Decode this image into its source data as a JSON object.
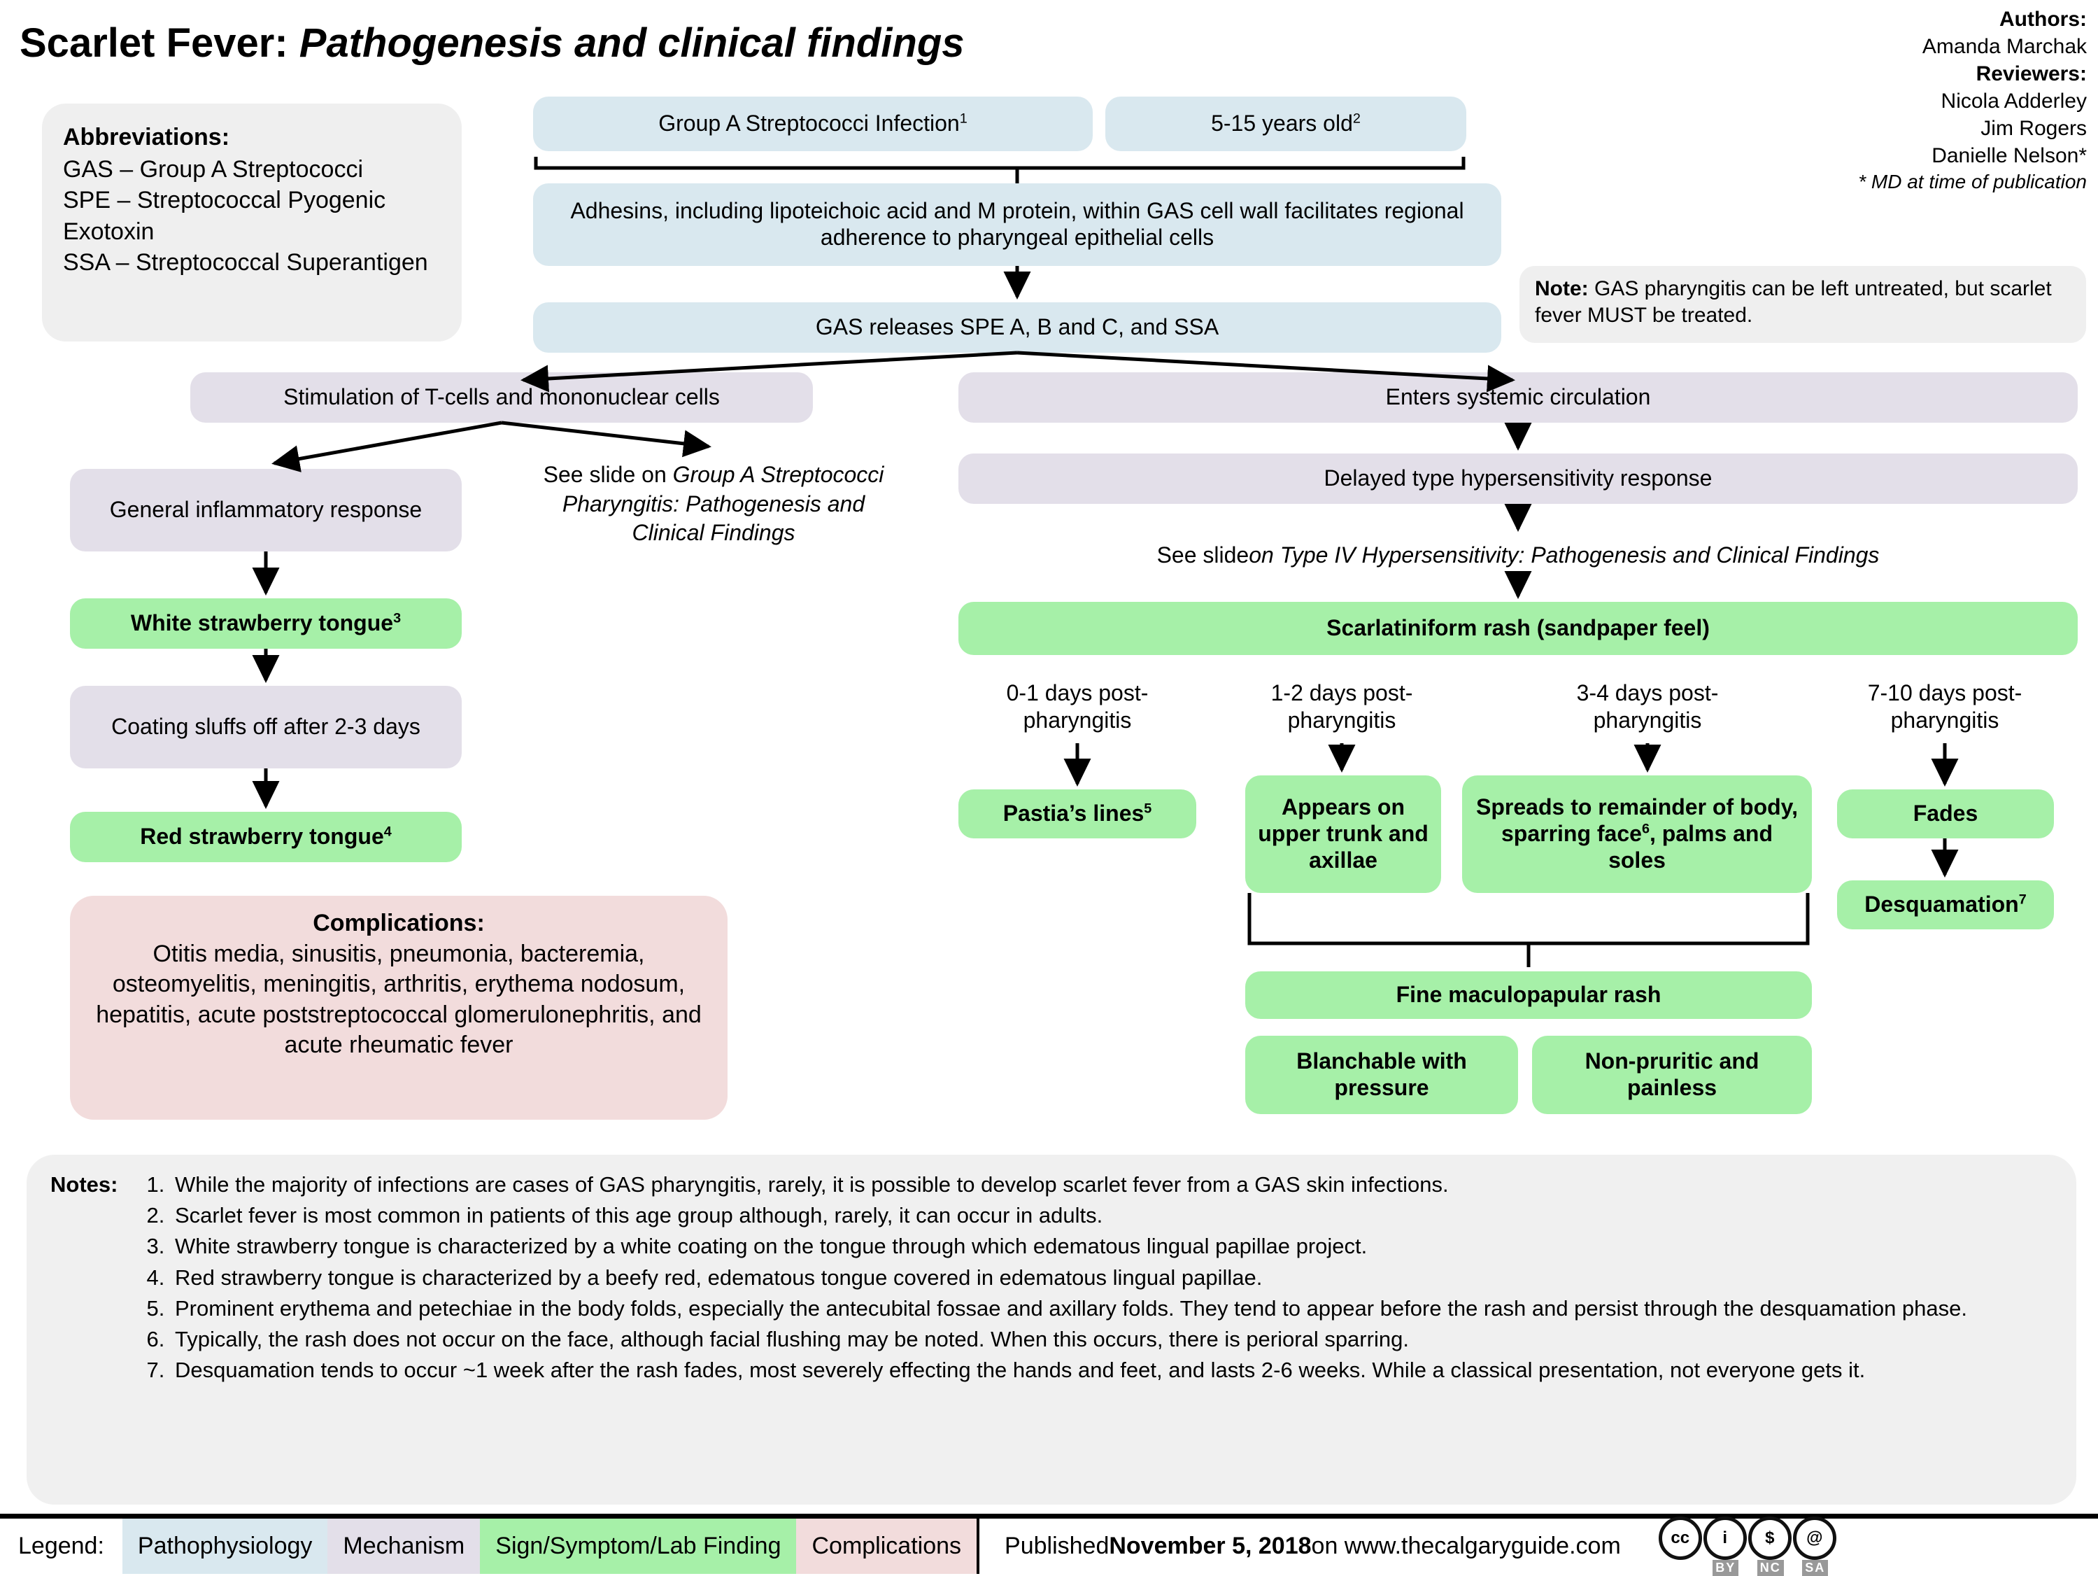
{
  "header": {
    "title_main": "Scarlet Fever:",
    "title_sub": "Pathogenesis and clinical findings",
    "authors_label": "Authors:",
    "authors": "Amanda Marchak",
    "reviewers_label": "Reviewers:",
    "reviewer_1": "Nicola Adderley",
    "reviewer_2": "Jim Rogers",
    "reviewer_3": "Danielle Nelson*",
    "footnote": "* MD at time of publication"
  },
  "abbreviations": {
    "heading": "Abbreviations:",
    "line_1": "GAS – Group A Streptococci",
    "line_2": "SPE – Streptococcal Pyogenic Exotoxin",
    "line_3": "SSA – Streptococcal Superantigen"
  },
  "note_box": {
    "label": "Note:",
    "text": " GAS pharyngitis can be left untreated, but scarlet fever MUST be treated."
  },
  "nodes": {
    "gas_infection": "Group A Streptococci Infection",
    "gas_infection_sup": "1",
    "age": "5-15 years old",
    "age_sup": "2",
    "adhesins": "Adhesins, including lipoteichoic acid and M protein, within GAS cell wall facilitates regional adherence to pharyngeal epithelial cells",
    "gas_releases": "GAS releases SPE A, B and C, and SSA",
    "stimulation": "Stimulation of T-cells and mononuclear cells",
    "general_inflammatory": "General inflammatory response",
    "see_slide_gas_plain": "See slide on ",
    "see_slide_gas_italic": "Group A Streptococci Pharyngitis: Pathogenesis and Clinical Findings",
    "white_tongue": "White strawberry tongue",
    "white_tongue_sup": "3",
    "coating": "Coating sluffs off after 2-3 days",
    "red_tongue": "Red strawberry tongue",
    "red_tongue_sup": "4",
    "systemic": "Enters systemic circulation",
    "delayed": "Delayed type hypersensitivity response",
    "see_slide_typeiv_plain": "See slide ",
    "see_slide_typeiv_italic": "on Type IV Hypersensitivity: Pathogenesis and Clinical Findings",
    "scarlatiniform": "Scarlatiniform rash (sandpaper feel)",
    "day_0_1": "0-1 days post-pharyngitis",
    "day_1_2": "1-2 days post-pharyngitis",
    "day_3_4": "3-4 days post-pharyngitis",
    "day_7_10": "7-10 days post-pharyngitis",
    "pastia": "Pastia’s lines",
    "pastia_sup": "5",
    "appears": "Appears on upper trunk and axillae",
    "spreads_a": "Spreads to remainder of body, sparring face",
    "spreads_sup": "6",
    "spreads_b": ", palms and soles",
    "fades": "Fades",
    "desquamation": "Desquamation",
    "desquamation_sup": "7",
    "fine_rash": "Fine maculopapular rash",
    "blanchable": "Blanchable with pressure",
    "non_pruritic": "Non-pruritic and painless"
  },
  "complications": {
    "heading": "Complications:",
    "text": "Otitis media, sinusitis, pneumonia, bacteremia, osteomyelitis, meningitis, arthritis, erythema nodosum, hepatitis, acute poststreptococcal glomerulonephritis, and acute rheumatic fever"
  },
  "notes": {
    "label": "Notes:",
    "items": [
      "While the majority of infections are cases of GAS pharyngitis, rarely, it is possible to develop scarlet fever from a GAS skin infections.",
      "Scarlet fever is most common in patients of this age group although, rarely, it can occur in adults.",
      "White strawberry tongue is characterized by a white coating on the tongue through which edematous lingual papillae project.",
      "Red strawberry tongue is characterized by a beefy red, edematous tongue covered in edematous lingual papillae.",
      "Prominent erythema and petechiae in the body folds, especially the antecubital fossae and axillary folds. They tend to appear before the rash and persist through the desquamation phase.",
      "Typically, the rash does not occur on the face, although facial flushing may be noted.  When this occurs, there is perioral sparring.",
      "Desquamation tends to occur ~1 week after the rash fades, most severely effecting the hands and feet, and lasts 2-6 weeks.  While a classical presentation, not everyone gets it."
    ]
  },
  "footer": {
    "legend_label": "Legend:",
    "legend_items": [
      {
        "label": "Pathophysiology",
        "color": "#d9e8ef"
      },
      {
        "label": "Mechanism",
        "color": "#e3dfe9"
      },
      {
        "label": "Sign/Symptom/Lab Finding",
        "color": "#a6f0a8"
      },
      {
        "label": "Complications",
        "color": "#f2dcdc"
      }
    ],
    "published_pre": "Published ",
    "published_date": "November 5, 2018",
    "published_post": " on www.thecalgaryguide.com",
    "cc_by": "BY",
    "cc_nc": "NC",
    "cc_sa": "SA"
  },
  "colors": {
    "pathophysiology": "#d9e8ef",
    "mechanism": "#e3dfe9",
    "sign": "#a6f0a8",
    "complication": "#f2dcdc",
    "neutral": "#efefef"
  }
}
